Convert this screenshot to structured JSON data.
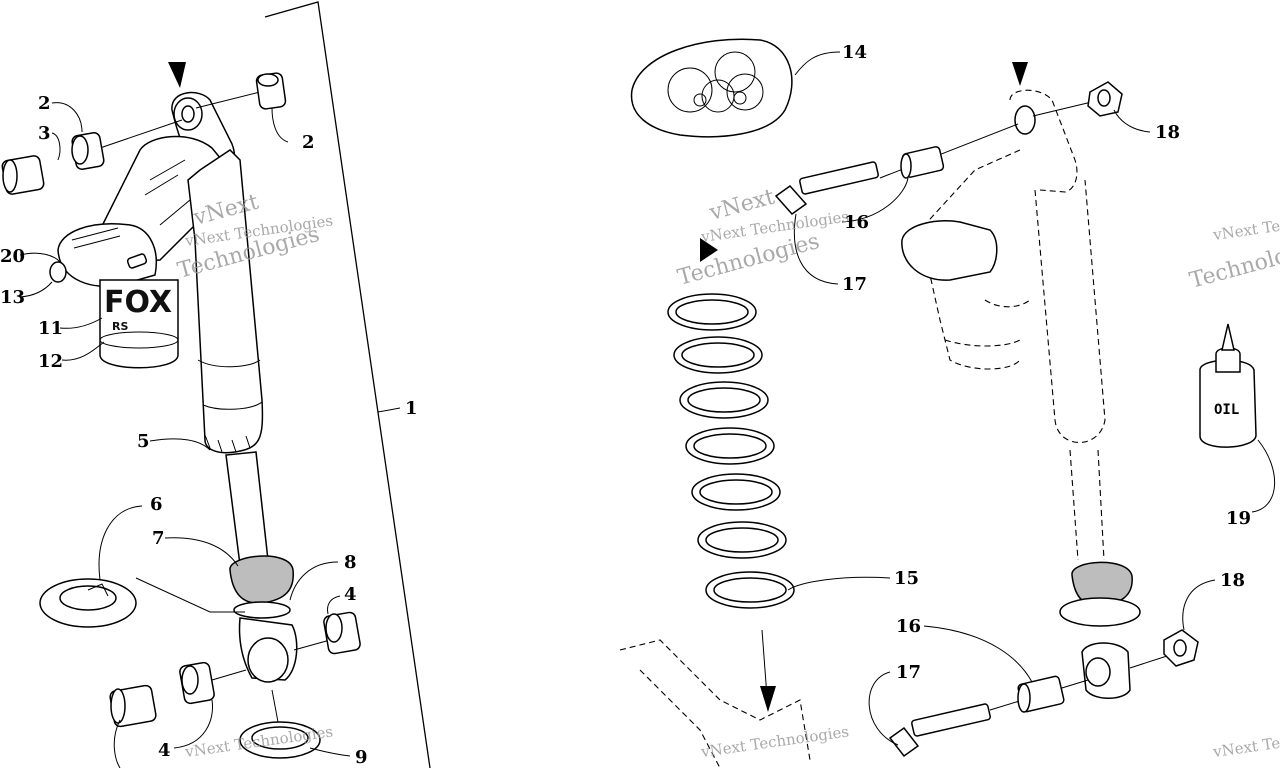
{
  "callouts": {
    "c1": "1",
    "c2a": "2",
    "c2b": "2",
    "c3": "3",
    "c4a": "4",
    "c4b": "4",
    "c5": "5",
    "c6": "6",
    "c7": "7",
    "c8": "8",
    "c9": "9",
    "c11": "11",
    "c12": "12",
    "c13": "13",
    "c14": "14",
    "c15": "15",
    "c16a": "16",
    "c16b": "16",
    "c17a": "17",
    "c17b": "17",
    "c18a": "18",
    "c18b": "18",
    "c19": "19",
    "c20": "20"
  },
  "labels": {
    "oil": "OIL",
    "brand": "FOX",
    "brand_sub": "RS"
  },
  "watermark": {
    "line1": "vNext Technologies",
    "line2": "vNext",
    "line3": "Technologies"
  }
}
